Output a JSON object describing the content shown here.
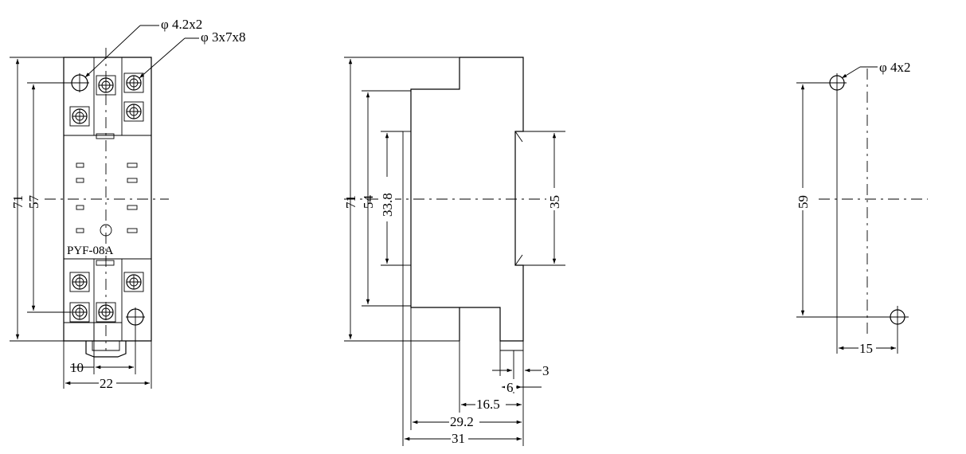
{
  "front_view": {
    "model": "PYF-08A",
    "dims": {
      "height_total": "71",
      "hole_spacing": "57",
      "screw_pitch": "10",
      "width": "22"
    },
    "callouts": {
      "mount_hole": "φ 4.2x2",
      "terminal_screw": "φ 3x7x8"
    }
  },
  "side_view": {
    "dims": {
      "height_total": "71",
      "body_height": "54",
      "rail_height": "33.8",
      "din_height": "35",
      "d3": "3",
      "d6": "6",
      "d16_5": "16.5",
      "d29_2": "29.2",
      "d31": "31"
    }
  },
  "hole_pattern": {
    "dims": {
      "vertical": "59",
      "horizontal": "15"
    },
    "callouts": {
      "hole": "φ 4x2"
    }
  }
}
